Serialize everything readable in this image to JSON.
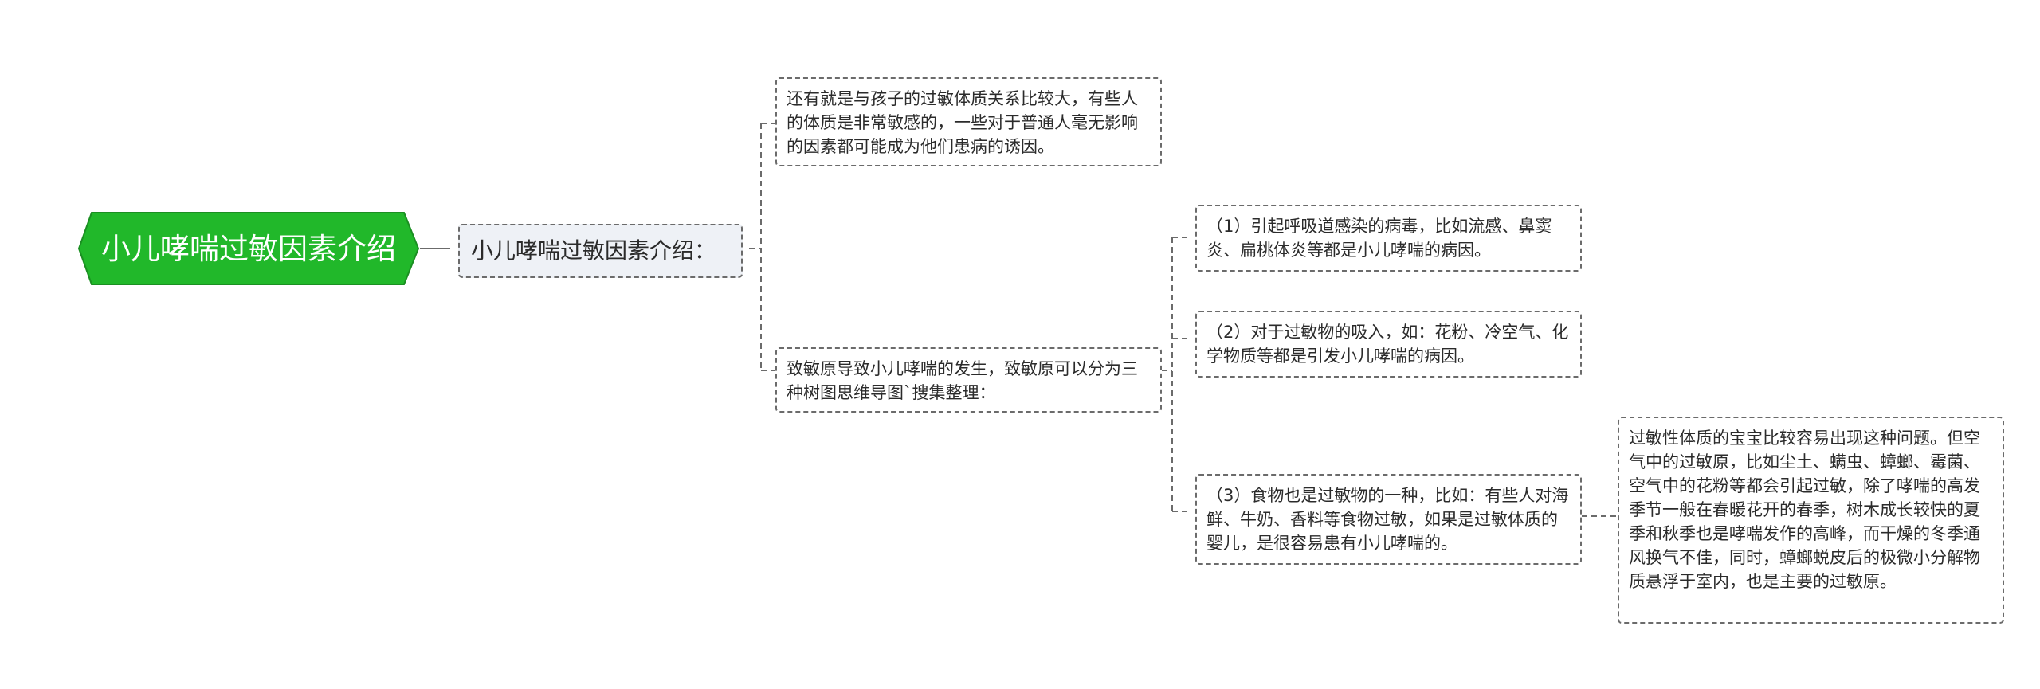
{
  "colors": {
    "root_fill": "#21b82a",
    "root_border": "#1b8f22",
    "line": "#6b6b6b",
    "l1_fill": "#eef1f6"
  },
  "mindmap": {
    "root": "小儿哮喘过敏因素介绍",
    "branch": "小儿哮喘过敏因素介绍：",
    "node_susceptible": "还有就是与孩子的过敏体质关系比较大，有些人的体质是非常敏感的，一些对于普通人毫无影响的因素都可能成为他们患病的诱因。",
    "node_allergen": "致敏原导致小儿哮喘的发生，致敏原可以分为三种树图思维导图`搜集整理：",
    "allergen_items": [
      "（1）引起呼吸道感染的病毒，比如流感、鼻窦炎、扁桃体炎等都是小儿哮喘的病因。",
      "（2）对于过敏物的吸入，如：花粉、冷空气、化学物质等都是引发小儿哮喘的病因。",
      "（3）食物也是过敏物的一种，比如：有些人对海鲜、牛奶、香料等食物过敏，如果是过敏体质的婴儿，是很容易患有小儿哮喘的。"
    ],
    "food_detail": "过敏性体质的宝宝比较容易出现这种问题。但空气中的过敏原，比如尘土、螨虫、蟑螂、霉菌、空气中的花粉等都会引起过敏，除了哮喘的高发季节一般在春暖花开的春季，树木成长较快的夏季和秋季也是哮喘发作的高峰，而干燥的冬季通风换气不佳，同时，蟑螂蜕皮后的极微小分解物质悬浮于室内，也是主要的过敏原。"
  }
}
